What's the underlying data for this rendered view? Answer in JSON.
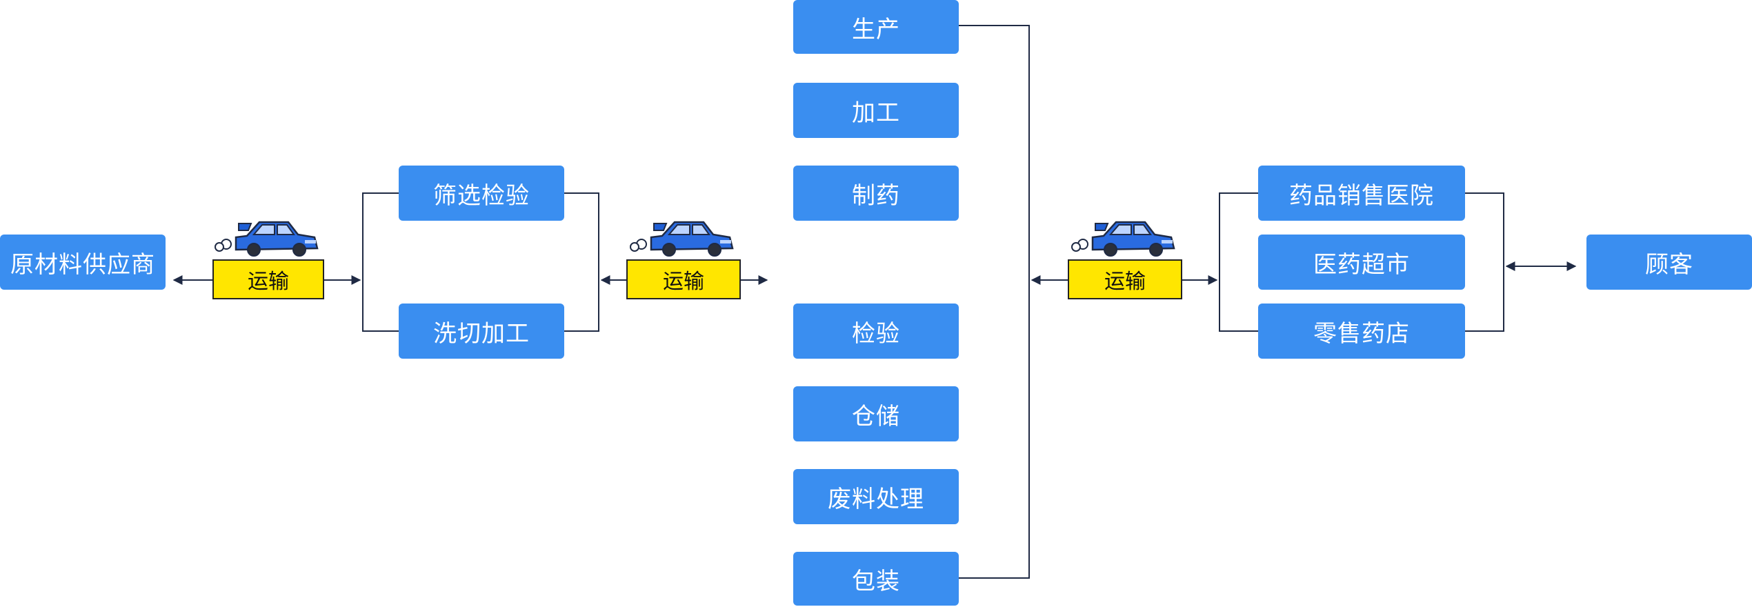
{
  "nodes": {
    "supplier": "原材料供应商",
    "screen_inspect": "筛选检验",
    "wash_cut": "洗切加工",
    "production": "生产",
    "processing": "加工",
    "pharma": "制药",
    "inspection": "检验",
    "storage": "仓储",
    "waste": "废料处理",
    "packaging": "包装",
    "hospital": "药品销售医院",
    "supermarket": "医药超市",
    "pharmacy": "零售药店",
    "customer": "顾客"
  },
  "transport": {
    "label_1": "运输",
    "label_2": "运输",
    "label_3": "运输"
  },
  "colors": {
    "node_bg": "#3a8ef0",
    "transport_bg": "#ffe600",
    "line": "#1f2a44",
    "car": "#1f5fd6"
  },
  "icons": [
    "car-icon"
  ]
}
